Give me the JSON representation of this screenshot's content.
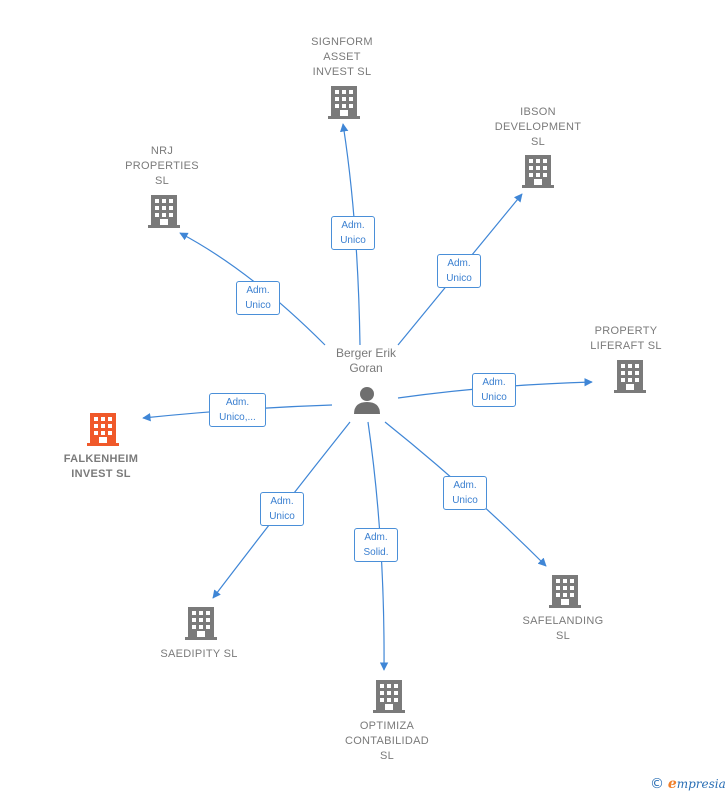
{
  "person": {
    "name": "Berger Erik\nGoran"
  },
  "companies": {
    "signform": "SIGNFORM\nASSET\nINVEST  SL",
    "ibson": "IBSON\nDEVELOPMENT\nSL",
    "nrj": "NRJ\nPROPERTIES\nSL",
    "property": "PROPERTY\nLIFERAFT  SL",
    "falkenheim": "FALKENHEIM\nINVEST  SL",
    "saedipity": "SAEDIPITY  SL",
    "optimiza": "OPTIMIZA\nCONTABILIDAD\nSL",
    "safelanding": "SAFELANDING\nSL"
  },
  "roles": {
    "signform": "Adm.\nUnico",
    "ibson": "Adm.\nUnico",
    "nrj": "Adm.\nUnico",
    "property": "Adm.\nUnico",
    "falkenheim": "Adm.\nUnico,...",
    "saedipity": "Adm.\nUnico",
    "optimiza": "Adm.\nSolid.",
    "safelanding": "Adm.\nUnico"
  },
  "colors": {
    "edge": "#3f86d6",
    "building": "#7a7a7a",
    "building_highlight": "#f0592a",
    "person": "#6f6f6f"
  },
  "icons": {
    "company": "building-icon",
    "person": "person-icon"
  },
  "brand": {
    "copyright": "©",
    "name_first": "e",
    "name_rest": "mpresia"
  }
}
